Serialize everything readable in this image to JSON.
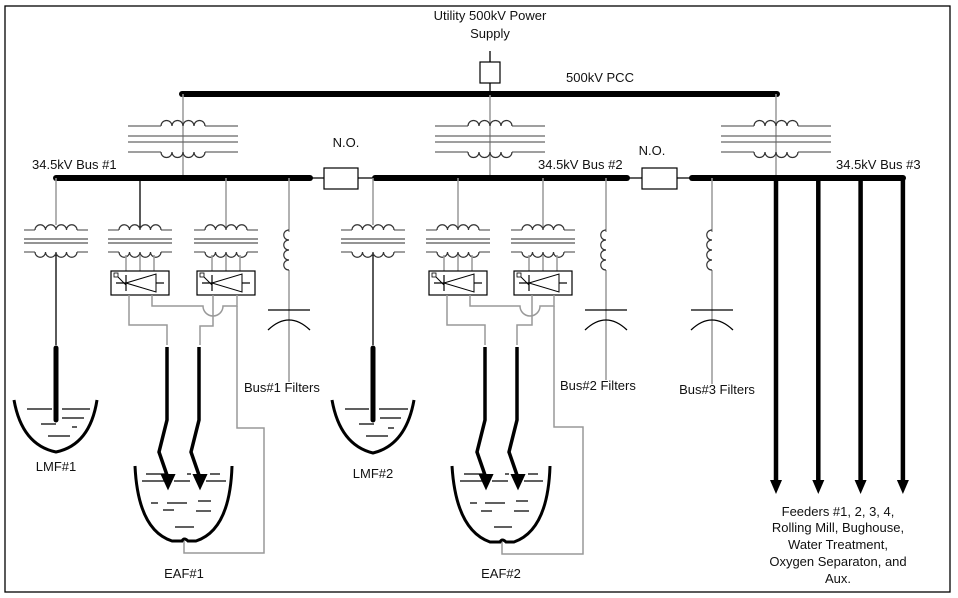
{
  "diagram": {
    "title_lines": [
      "Utility 500kV Power",
      "Supply"
    ],
    "pcc_label": "500kV PCC",
    "buses": [
      {
        "label": "34.5kV Bus #1"
      },
      {
        "label": "34.5kV Bus #2"
      },
      {
        "label": "34.5kV Bus #3"
      }
    ],
    "tie_breakers": [
      {
        "label": "N.O.",
        "state": "normally open",
        "between": "Bus #1 - Bus #2"
      },
      {
        "label": "N.O.",
        "state": "normally open",
        "between": "Bus #2 - Bus #3"
      }
    ],
    "furnaces": [
      {
        "label": "LMF#1",
        "type": "ladle-furnace"
      },
      {
        "label": "EAF#1",
        "type": "electric-arc-furnace"
      },
      {
        "label": "LMF#2",
        "type": "ladle-furnace"
      },
      {
        "label": "EAF#2",
        "type": "electric-arc-furnace"
      }
    ],
    "filters": [
      {
        "label": "Bus#1 Filters"
      },
      {
        "label": "Bus#2 Filters"
      },
      {
        "label": "Bus#3 Filters"
      }
    ],
    "feeders_label_lines": [
      "Feeders #1, 2, 3, 4,",
      "Rolling Mill, Bughouse,",
      "Water Treatment,",
      "Oxygen Separaton, and",
      "Aux."
    ],
    "feeder_count": 4
  }
}
